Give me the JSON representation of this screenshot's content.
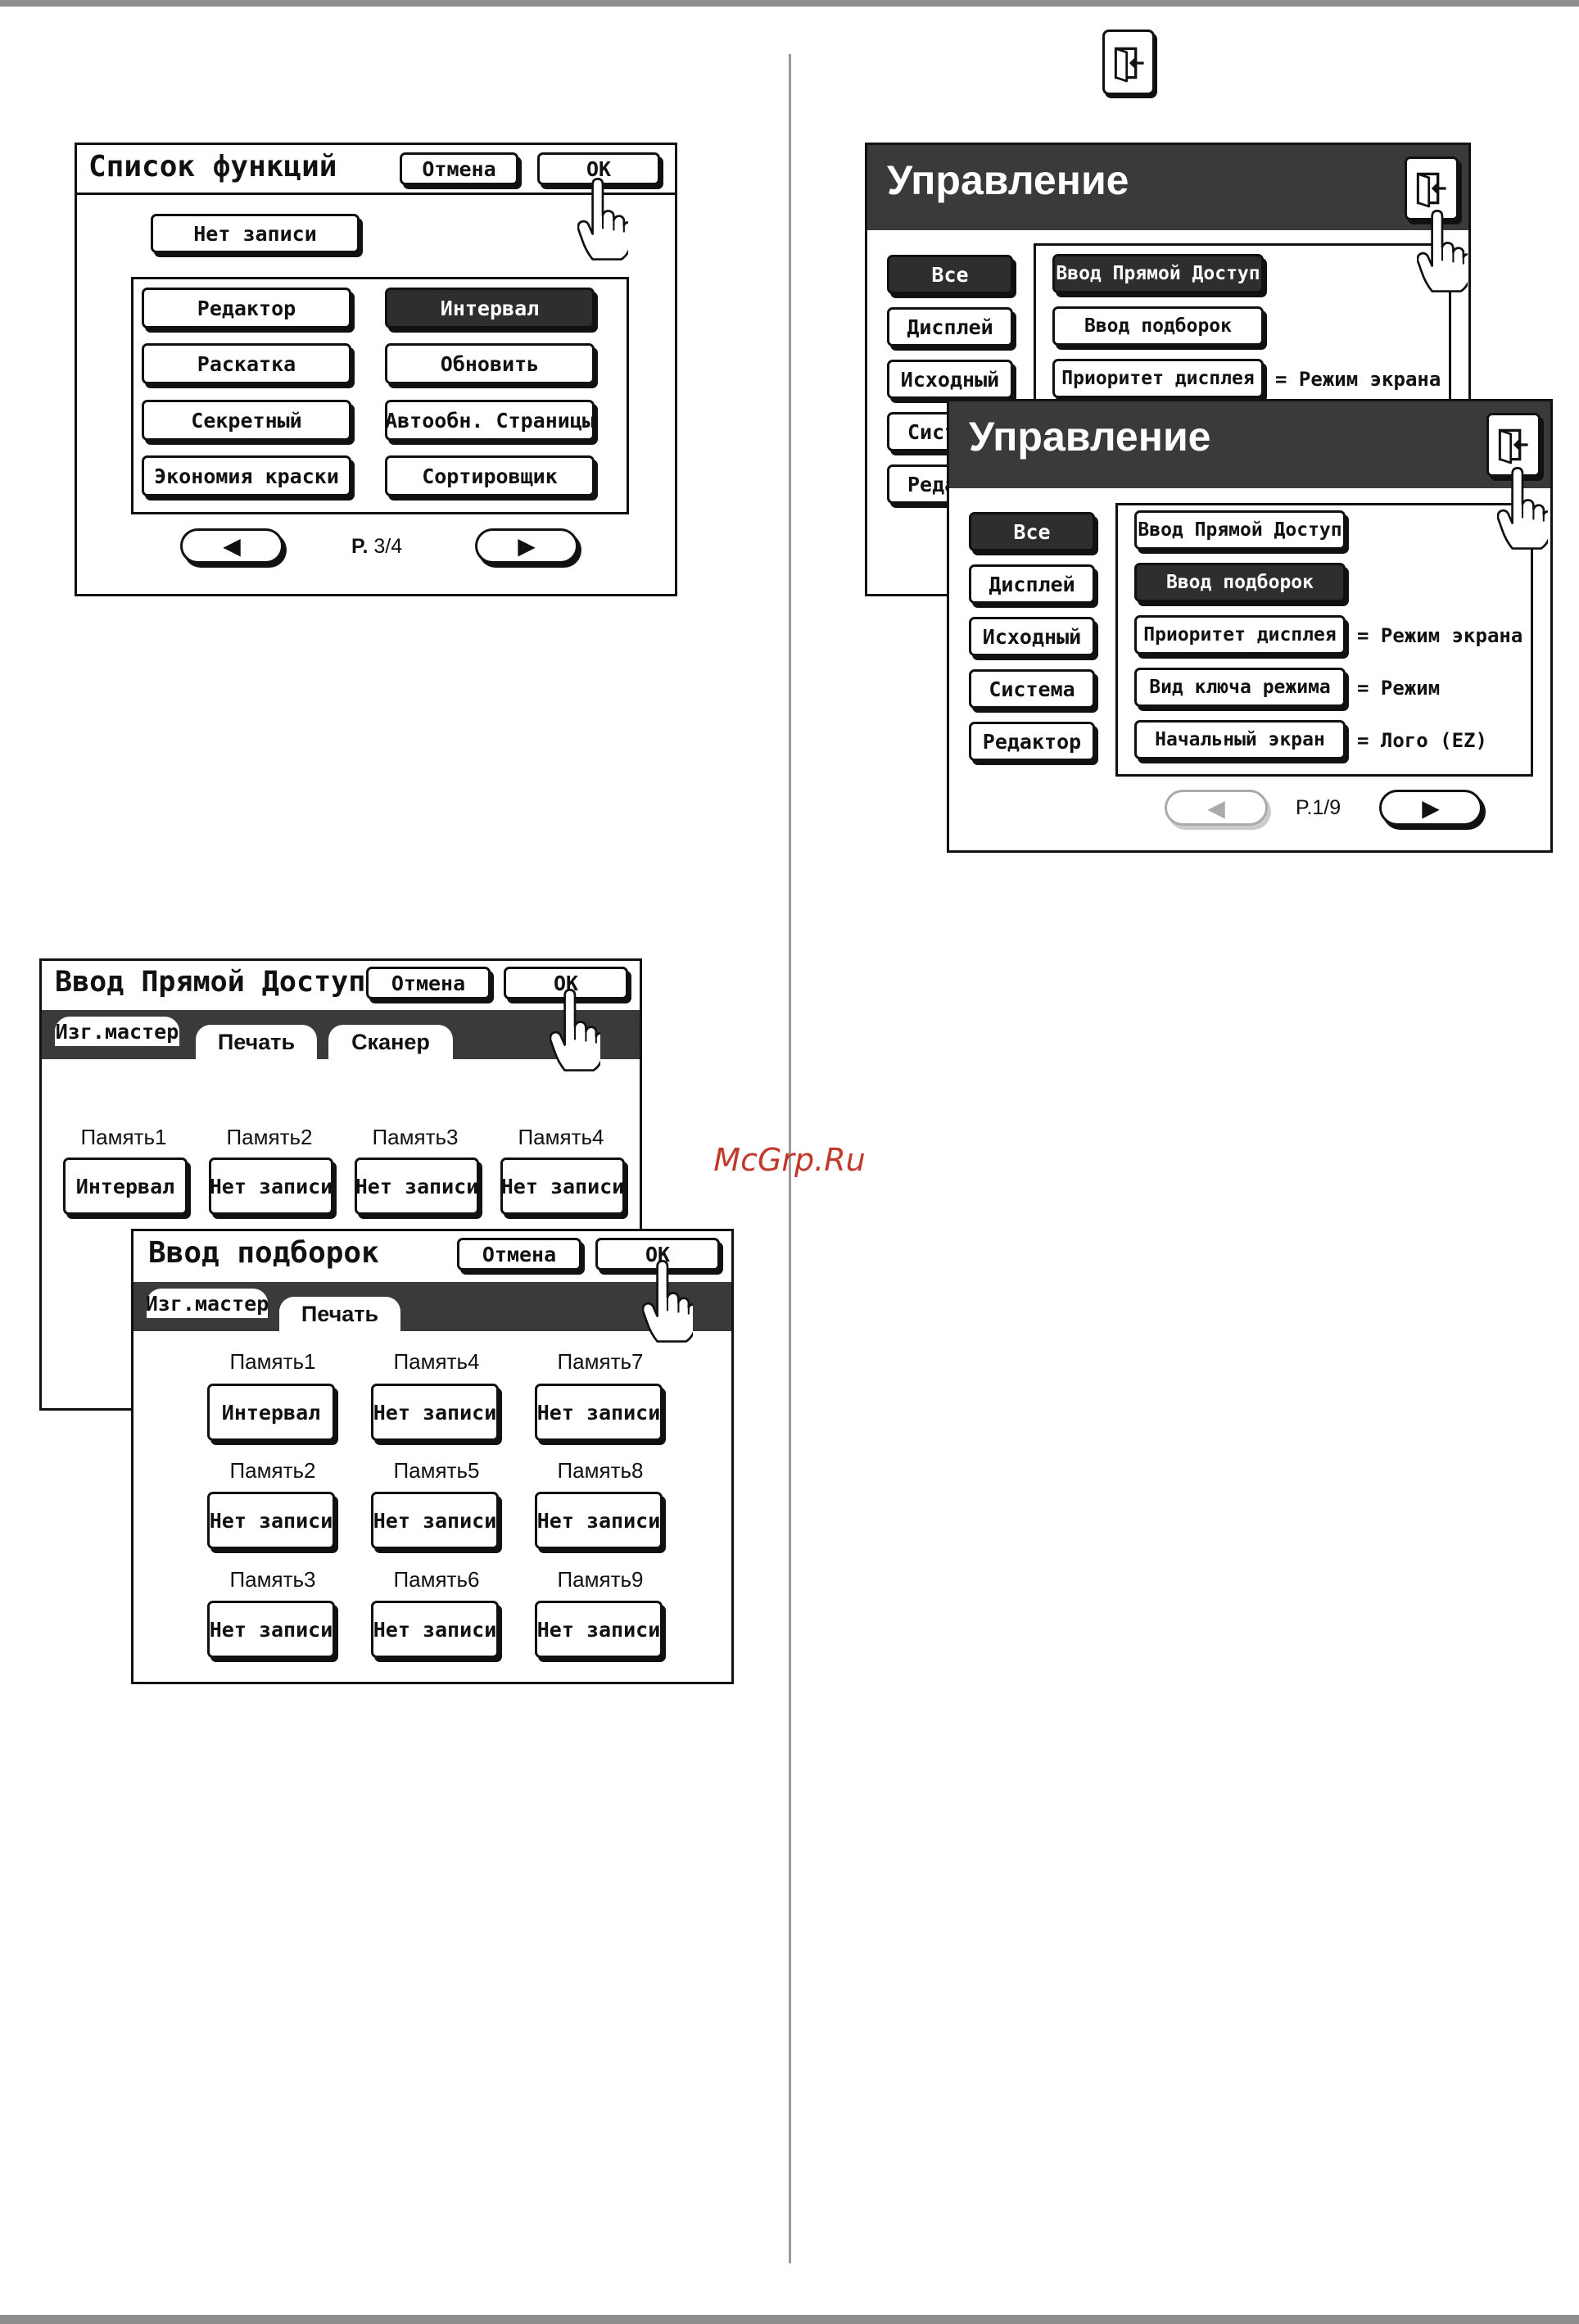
{
  "watermark": "McGrp.Ru",
  "function_list": {
    "title": "Список функций",
    "cancel_label": "Отмена",
    "ok_label": "OK",
    "no_record_label": "Нет записи",
    "items": [
      "Редактор",
      "Интервал",
      "Раскатка",
      "Обновить",
      "Секретный",
      "Автообн. Страницы",
      "Экономия краски",
      "Сортировщик"
    ],
    "selected_item": "Интервал",
    "prev_label": "◀",
    "next_label": "▶",
    "page_prefix": "P.",
    "page_value": "3/4"
  },
  "direct_access": {
    "title": "Ввод Прямой Доступ",
    "cancel_label": "Отмена",
    "ok_label": "OK",
    "tabs": [
      "Изг.мастер",
      "Печать",
      "Сканер"
    ],
    "active_tab": "Печать",
    "memory_labels": [
      "Память1",
      "Память2",
      "Память3",
      "Память4"
    ],
    "memory_values": [
      "Интервал",
      "Нет записи",
      "Нет записи",
      "Нет записи"
    ]
  },
  "program_entry": {
    "title": "Ввод подборок",
    "cancel_label": "Отмена",
    "ok_label": "OK",
    "tabs": [
      "Изг.мастер",
      "Печать"
    ],
    "active_tab": "Печать",
    "memory_labels": [
      "Память1",
      "Память4",
      "Память7",
      "Память2",
      "Память5",
      "Память8",
      "Память3",
      "Память6",
      "Память9"
    ],
    "memory_values": [
      "Интервал",
      "Нет записи",
      "Нет записи",
      "Нет записи",
      "Нет записи",
      "Нет записи",
      "Нет записи",
      "Нет записи",
      "Нет записи"
    ]
  },
  "admin_back": {
    "title": "Управление",
    "side_items": [
      "Все",
      "Дисплей",
      "Исходный",
      "Сист",
      "Реда"
    ],
    "list_items": [
      "Ввод Прямой Доступ",
      "Ввод подборок",
      "Приоритет дисплея"
    ],
    "list_values": [
      "",
      "",
      "= Режим экрана"
    ]
  },
  "admin_front": {
    "title": "Управление",
    "side_items": [
      "Все",
      "Дисплей",
      "Исходный",
      "Система",
      "Редактор"
    ],
    "list_items": [
      "Ввод Прямой Доступ",
      "Ввод подборок",
      "Приоритет дисплея",
      "Вид ключа режима",
      "Начальный экран"
    ],
    "list_values": [
      "",
      "",
      "= Режим экрана",
      "= Режим",
      "= Лого (EZ)"
    ],
    "prev_label": "◀",
    "next_label": "▶",
    "page_label": "P.1/9"
  },
  "icons": {
    "exit": "exit-door-icon",
    "hand": "hand-pointer-icon"
  }
}
